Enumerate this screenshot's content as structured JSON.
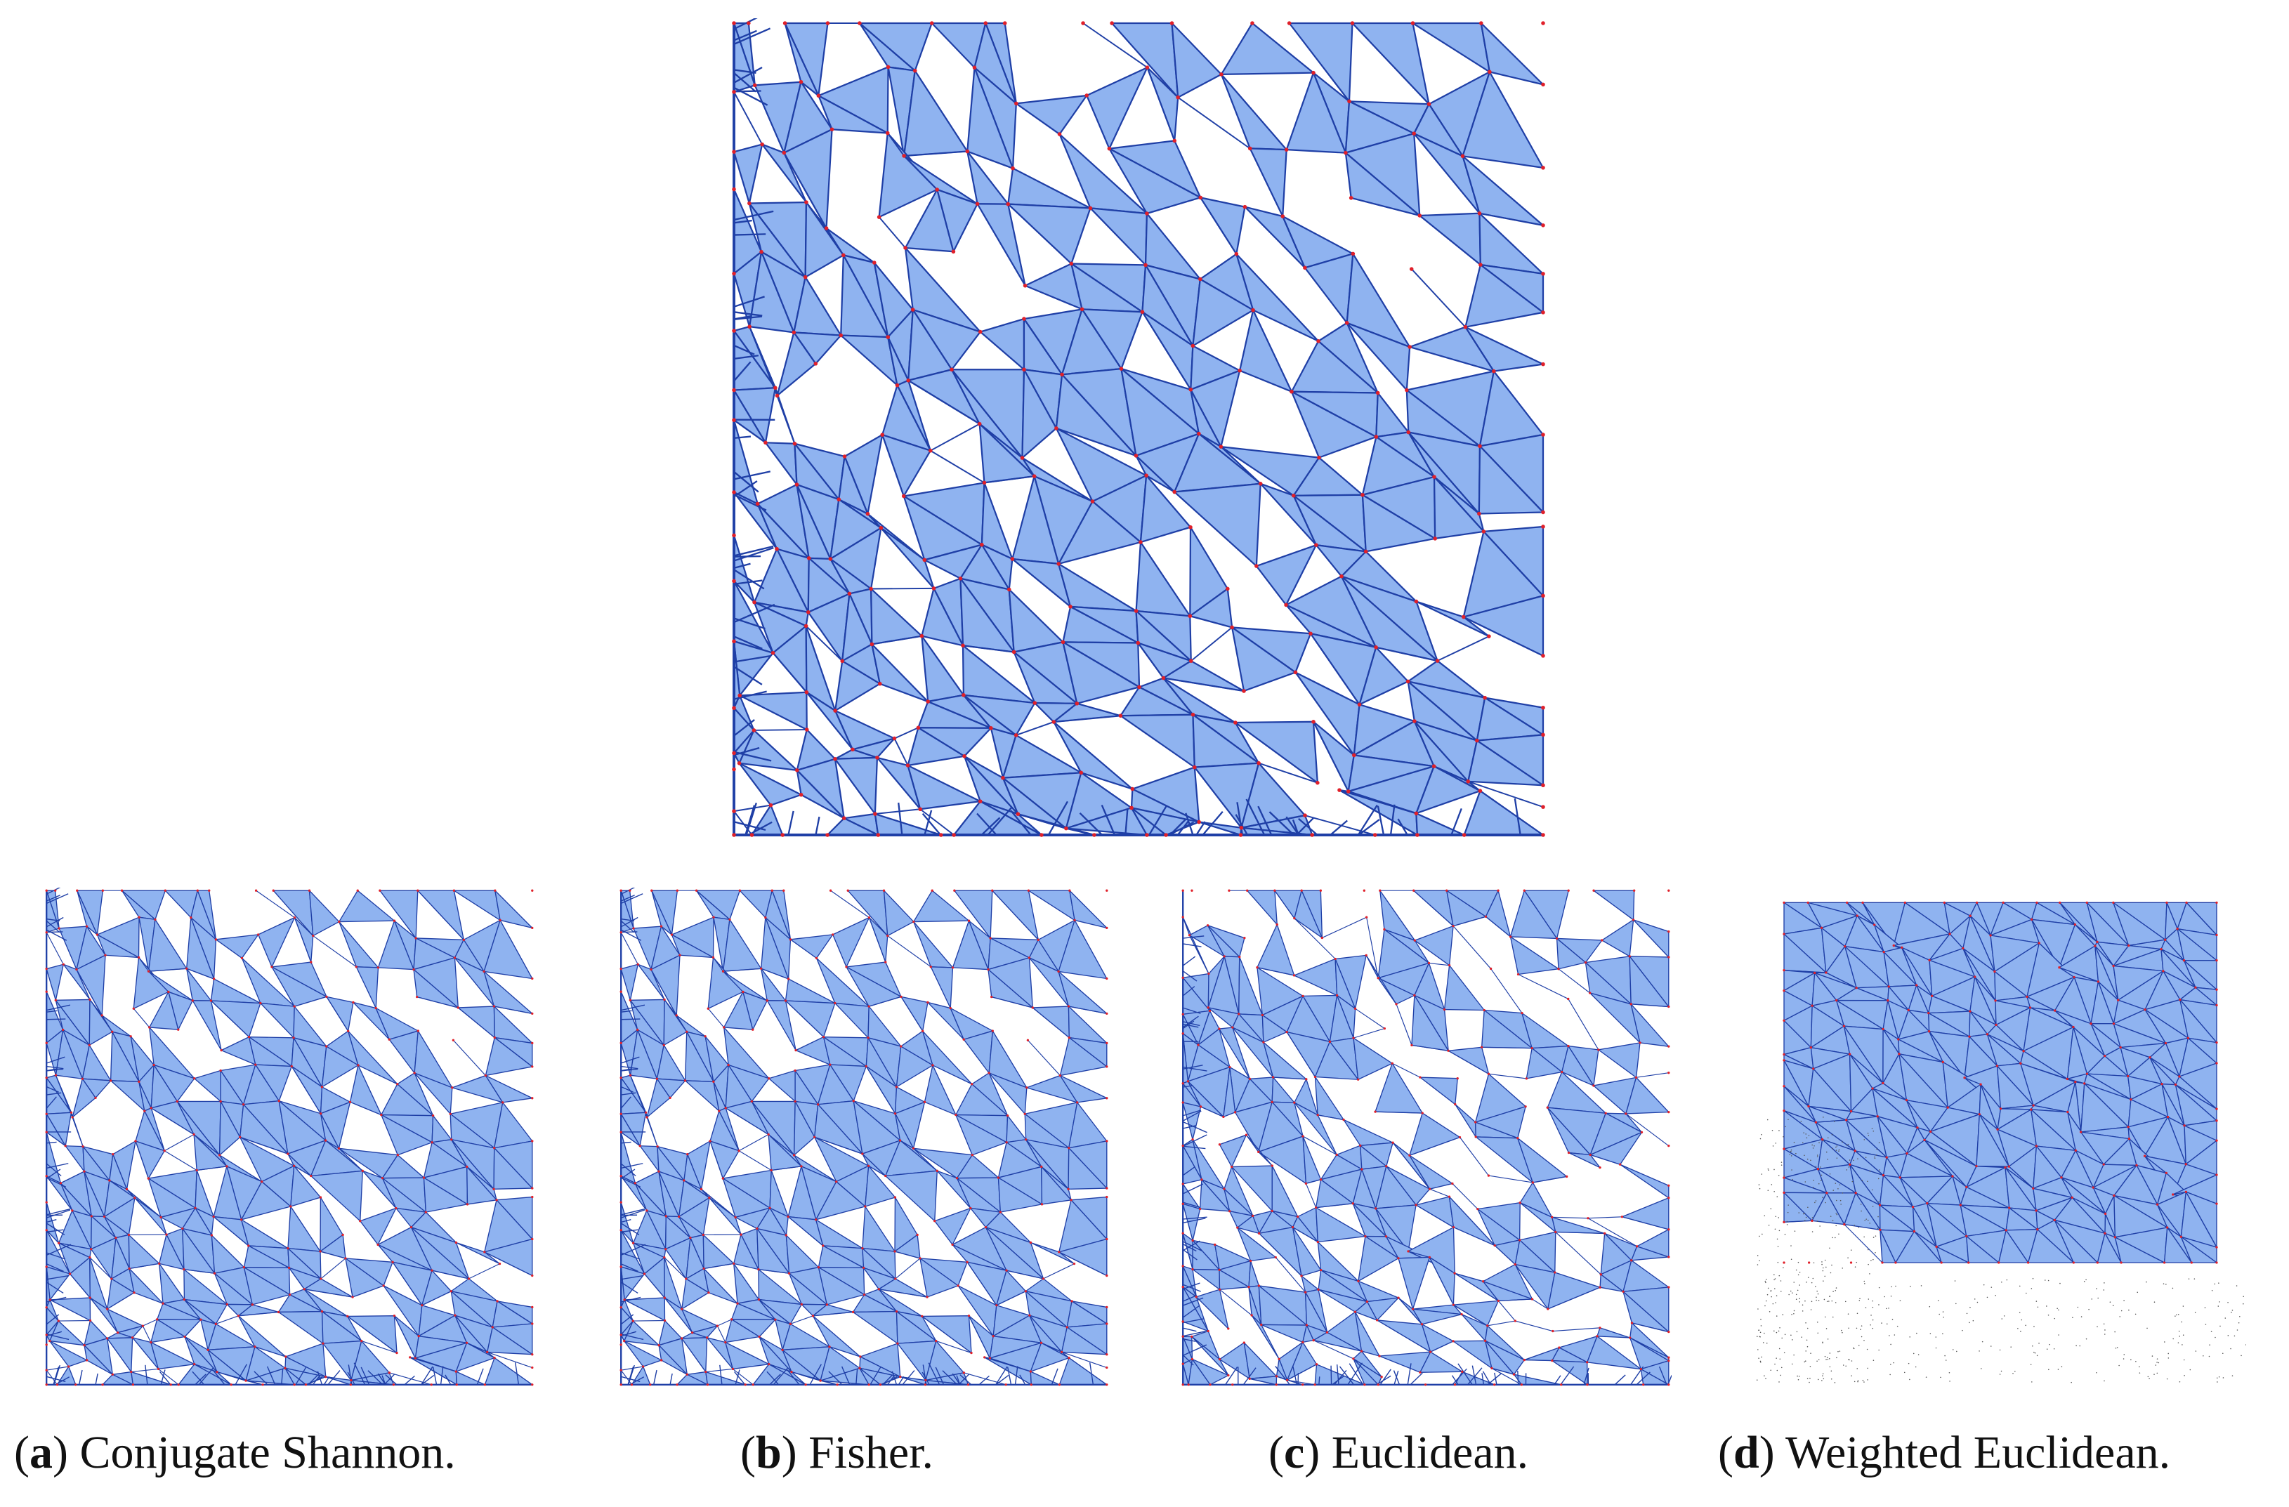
{
  "colors": {
    "fill": "#8fb3f0",
    "edge": "#1f3fa6",
    "vertex": "#e0202a",
    "scatter": "#555555"
  },
  "panels": {
    "top": {
      "name": "top-mesh",
      "style": "dense-left",
      "seed": 11
    },
    "a": {
      "name": "conjugate-shannon",
      "style": "dense-left",
      "seed": 11
    },
    "b": {
      "name": "fisher",
      "style": "dense-left",
      "seed": 11
    },
    "c": {
      "name": "euclidean",
      "style": "sparse",
      "seed": 29
    },
    "d": {
      "name": "weighted-euclidean",
      "style": "filled",
      "seed": 47
    }
  },
  "captions": [
    {
      "open": "(",
      "letter": "a",
      "text": ") Conjugate Shannon."
    },
    {
      "open": "(",
      "letter": "b",
      "text": ") Fisher."
    },
    {
      "open": "(",
      "letter": "c",
      "text": ") Euclidean."
    },
    {
      "open": "(",
      "letter": "d",
      "text": ") Weighted Euclidean."
    }
  ]
}
